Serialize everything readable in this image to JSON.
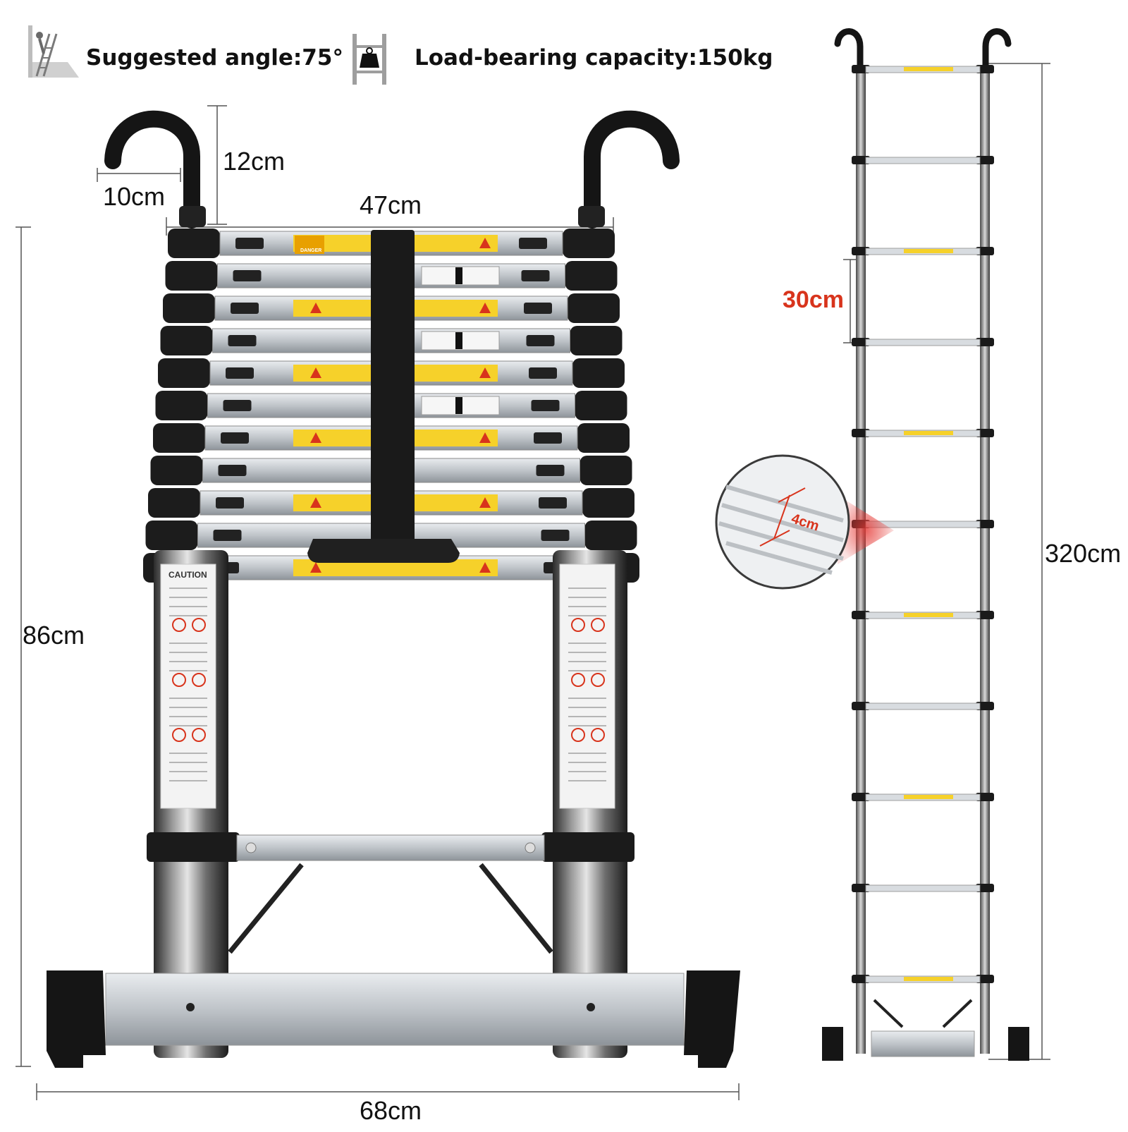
{
  "specs": {
    "angle": {
      "icon": "angle-ladder-icon",
      "text": "Suggested angle:75°"
    },
    "load": {
      "icon": "weight-load-icon",
      "text": "Load-bearing capacity:150kg"
    }
  },
  "dimensions": {
    "hook_height": "12cm",
    "hook_width": "10cm",
    "top_width": "47cm",
    "closed_height": "86cm",
    "base_width": "68cm",
    "rung_spacing": "30cm",
    "extended_height": "320cm",
    "rung_depth": "4cm"
  },
  "labels": {
    "caution": "CAUTION",
    "danger": "DANGER"
  },
  "colors": {
    "accent_red": "#d8341c",
    "warning_yellow": "#f6d12a",
    "rung_black": "#1c1c1c",
    "aluminum": "#c9cdd1"
  }
}
